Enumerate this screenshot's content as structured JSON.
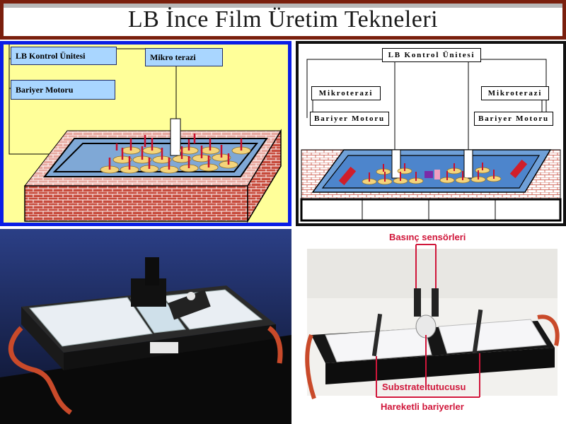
{
  "slide": {
    "title": "LB İnce Film Üretim Tekneleri"
  },
  "diagram_left": {
    "labels": {
      "control_unit": "LB Kontrol Ünitesi",
      "balance": "Mikro terazi",
      "barrier_motor": "Bariyer Motoru"
    },
    "colors": {
      "background": "#ffff99",
      "frame": "#0a1ee6",
      "brick": "#c74b3c",
      "water": "#7fa8d6"
    }
  },
  "diagram_right": {
    "labels": {
      "control_unit": "LB Kontrol Ünitesi",
      "balance_left": "Mikroterazi",
      "balance_right": "Mikroterazi",
      "barrier_motor_left": "Bariyer Motoru",
      "barrier_motor_right": "Bariyer Motoru"
    }
  },
  "photo_right": {
    "annotations": {
      "pressure_sensors": "Basınç sensörleri",
      "substrate_holder": "Substrate tutucusu",
      "moving_barriers": "Hareketli bariyerler"
    }
  }
}
